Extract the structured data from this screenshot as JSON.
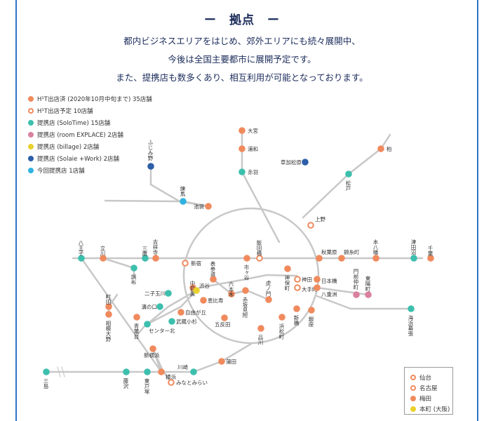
{
  "header": {
    "title": "ー　拠点　ー",
    "intro_lines": [
      "都内ビジネスエリアをはじめ、郊外エリアにも続々展開中、",
      "今後は全国主要都市に展開予定です。",
      "また、提携店も数多くあり、相互利用が可能となっております。"
    ]
  },
  "legend": [
    {
      "label": "H¹T出店済 (2020年10月中旬まで) 35店舗",
      "color": "#f08a5d",
      "style": "filled"
    },
    {
      "label": "H¹T出店予定 10店舗",
      "color": "#f08a5d",
      "style": "outline"
    },
    {
      "label": "提携店 (SoloTime) 15店舗",
      "color": "#3dbfae",
      "style": "filled"
    },
    {
      "label": "提携店 (room EXPLACE) 2店舗",
      "color": "#d9819f",
      "style": "filled"
    },
    {
      "label": "提携店 (billage) 2店舗",
      "color": "#e9d12b",
      "style": "filled"
    },
    {
      "label": "提携店 (Solaie +Work) 2店舗",
      "color": "#2d5fa8",
      "style": "filled"
    },
    {
      "label": "今回提携店 1店舗",
      "color": "#30b2e0",
      "style": "filled"
    }
  ],
  "regional_legend": [
    {
      "label": "仙台",
      "color": "#f08a5d",
      "style": "outline"
    },
    {
      "label": "名古屋",
      "color": "#f08a5d",
      "style": "outline"
    },
    {
      "label": "梅田",
      "color": "#f08a5d",
      "style": "filled"
    },
    {
      "label": "本町 (大阪)",
      "color": "#e9d12b",
      "style": "filled"
    }
  ],
  "colors": {
    "open": "#f08a5d",
    "planned": "#f08a5d",
    "solotime": "#3dbfae",
    "room_explace": "#d9819f",
    "billage": "#e9d12b",
    "solaie": "#2d5fa8",
    "new_partner": "#30b2e0",
    "line": "#c8c8c8",
    "frame": "#2f73c9"
  },
  "stations": [
    {
      "name": "大宮",
      "type": "open"
    },
    {
      "name": "浦和",
      "type": "open"
    },
    {
      "name": "赤羽",
      "type": "solotime"
    },
    {
      "name": "柏",
      "type": "open"
    },
    {
      "name": "草加松原",
      "type": "solaie"
    },
    {
      "name": "松戸",
      "type": "solotime"
    },
    {
      "name": "ふじみ野",
      "type": "solaie"
    },
    {
      "name": "練馬",
      "type": "new_partner"
    },
    {
      "name": "池袋",
      "type": "open"
    },
    {
      "name": "上野",
      "type": "planned"
    },
    {
      "name": "八王子",
      "type": "solotime"
    },
    {
      "name": "立川",
      "type": "open"
    },
    {
      "name": "三鷹",
      "type": "solotime"
    },
    {
      "name": "吉祥寺",
      "type": "open"
    },
    {
      "name": "新宿",
      "type": "planned"
    },
    {
      "name": "飯田橋",
      "type": "planned"
    },
    {
      "name": "市ヶ谷",
      "type": "open"
    },
    {
      "name": "秋葉原",
      "type": "open"
    },
    {
      "name": "錦糸町",
      "type": "open"
    },
    {
      "name": "本八幡",
      "type": "open"
    },
    {
      "name": "津田沼",
      "type": "solotime"
    },
    {
      "name": "千葉",
      "type": "open"
    },
    {
      "name": "調布",
      "type": "solotime"
    },
    {
      "name": "表参道",
      "type": "open"
    },
    {
      "name": "神保町",
      "type": "open"
    },
    {
      "name": "神田",
      "type": "planned"
    },
    {
      "name": "大手町",
      "type": "planned"
    },
    {
      "name": "日本橋",
      "type": "open"
    },
    {
      "name": "八重洲",
      "type": "open"
    },
    {
      "name": "門前仲町",
      "type": "room_explace"
    },
    {
      "name": "東陽町",
      "type": "room_explace"
    },
    {
      "name": "町田",
      "type": "open"
    },
    {
      "name": "二子玉川",
      "type": "solotime"
    },
    {
      "name": "中目黒",
      "type": "open"
    },
    {
      "name": "渋谷",
      "type": "billage"
    },
    {
      "name": "恵比寿",
      "type": "open"
    },
    {
      "name": "六本木",
      "type": "open"
    },
    {
      "name": "赤坂見附",
      "type": "open"
    },
    {
      "name": "虎ノ門",
      "type": "open"
    },
    {
      "name": "相模大野",
      "type": "open"
    },
    {
      "name": "溝の口",
      "type": "solotime"
    },
    {
      "name": "自由が丘",
      "type": "open"
    },
    {
      "name": "青葉台",
      "type": "open"
    },
    {
      "name": "センター北",
      "type": "solotime"
    },
    {
      "name": "武蔵小杉",
      "type": "solotime"
    },
    {
      "name": "五反田",
      "type": "open"
    },
    {
      "name": "新橋",
      "type": "open"
    },
    {
      "name": "銀座",
      "type": "open"
    },
    {
      "name": "品川",
      "type": "open"
    },
    {
      "name": "浜松町",
      "type": "open"
    },
    {
      "name": "海浜幕張",
      "type": "solotime"
    },
    {
      "name": "新横浜",
      "type": "open"
    },
    {
      "name": "蒲田",
      "type": "open"
    },
    {
      "name": "三島",
      "type": "solotime"
    },
    {
      "name": "藤沢",
      "type": "solotime"
    },
    {
      "name": "東戸塚",
      "type": "solotime"
    },
    {
      "name": "横浜",
      "type": "open"
    },
    {
      "name": "川崎",
      "type": "solotime"
    },
    {
      "name": "みなとみらい",
      "type": "planned"
    }
  ]
}
